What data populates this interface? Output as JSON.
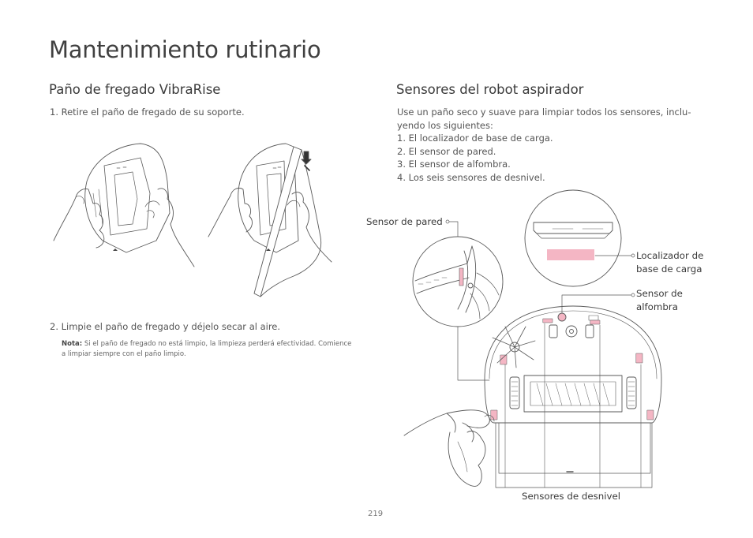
{
  "page_title": "Mantenimiento rutinario",
  "left": {
    "title": "Paño de fregado VibraRise",
    "step1": "1. Retire el paño de fregado de su soporte.",
    "step2": "2. Limpie el paño de fregado y déjelo secar al aire.",
    "note_label": "Nota:",
    "note_text": "Si el paño de fregado no está limpio, la limpieza perderá efectividad. Comience a limpiar siempre con el paño limpio."
  },
  "right": {
    "title": "Sensores del robot aspirador",
    "intro": "Use un paño seco y suave para limpiar todos los sensores, inclu-yendo los siguientes:",
    "items": [
      "1. El localizador de base de carga.",
      "2. El sensor de pared.",
      "3. El sensor de alfombra.",
      "4. Los seis sensores de desnivel."
    ],
    "callouts": {
      "wall_sensor": "Sensor de pared",
      "dock_locator": "Localizador de base de carga",
      "carpet_sensor": "Sensor de alfombra",
      "cliff_sensors": "Sensores de desnivel"
    }
  },
  "page_number": "219",
  "colors": {
    "sensor_pink": "#f4b6c4",
    "line": "#5a5a5a"
  }
}
